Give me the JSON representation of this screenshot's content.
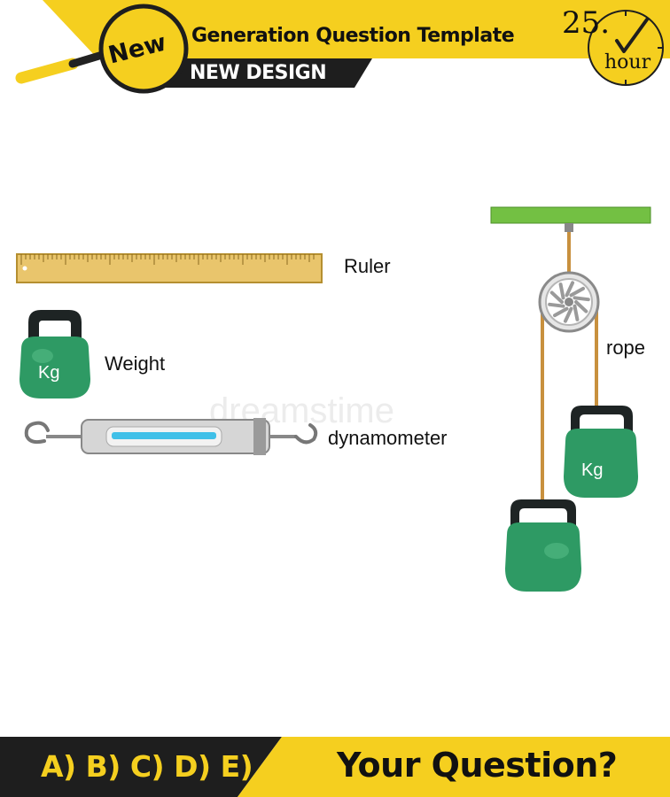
{
  "header": {
    "badge": "New",
    "title": "Generation Question Template",
    "subtitle": "NEW DESIGN",
    "clock_number": "25.",
    "clock_unit": "hour"
  },
  "items": {
    "ruler_label": "Ruler",
    "weight_label": "Weight",
    "weight_unit": "Kg",
    "dynamometer_label": "dynamometer",
    "rope_label": "rope",
    "pulley_weight_unit": "Kg"
  },
  "watermark": "dreamstime",
  "footer": {
    "options": "A) B) C) D) E)",
    "question": "Your Question?"
  },
  "colors": {
    "accent_yellow": "#f5cf1f",
    "weight_green": "#2e9a64",
    "beam_green": "#73c043",
    "dark": "#1e1e1e"
  }
}
